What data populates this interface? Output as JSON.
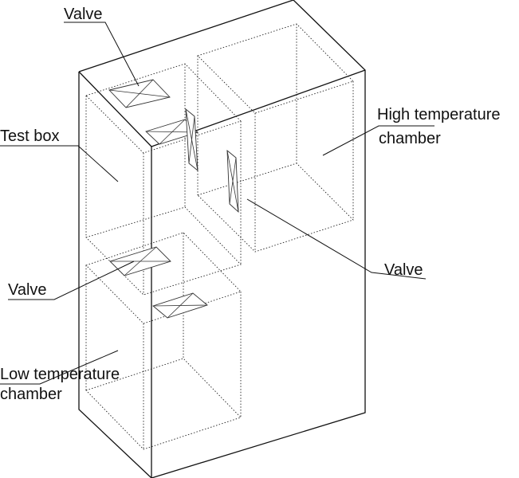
{
  "labels": {
    "valve_top": "Valve",
    "test_box": "Test box",
    "high_temp_line1": "High temperature",
    "high_temp_line2": "chamber",
    "valve_right": "Valve",
    "valve_left": "Valve",
    "low_temp_line1": "Low temperature",
    "low_temp_line2": "chamber"
  }
}
